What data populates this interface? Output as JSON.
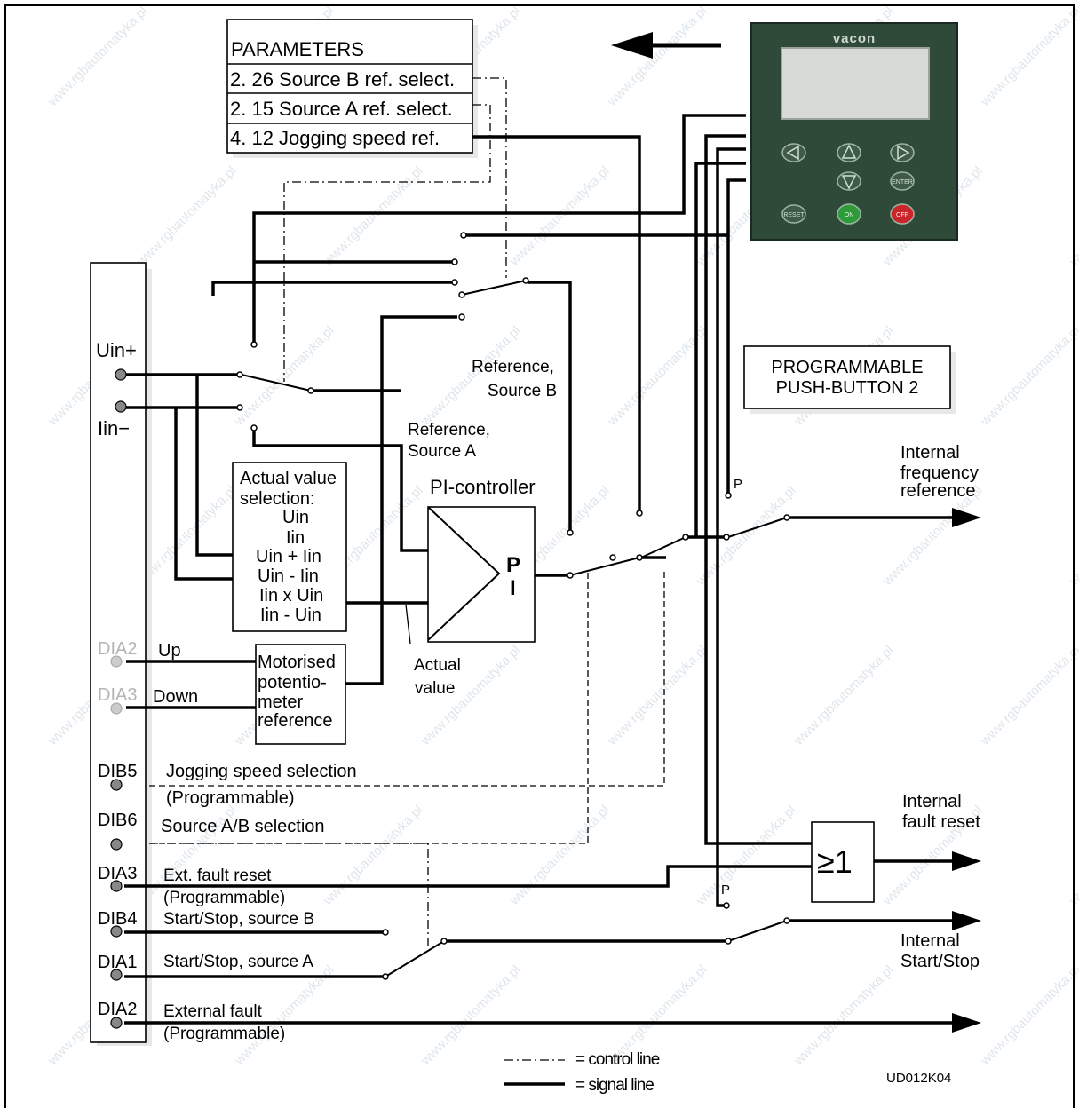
{
  "parameters": {
    "title": "PARAMETERS",
    "items": [
      "2. 26 Source B ref. select.",
      "2. 15 Source A ref. select.",
      "4. 12 Jogging speed ref."
    ]
  },
  "keypad": {
    "brand": "vacon",
    "keys": [
      "RESET",
      "ENTER",
      "ON",
      "OFF"
    ]
  },
  "terminals": {
    "uin_plus": "Uin+",
    "iin_minus": "Iin−",
    "dia2_up": "DIA2",
    "dia3_down": "DIA3",
    "dib5": "DIB5",
    "dib6": "DIB6",
    "dia3": "DIA3",
    "dib4": "DIB4",
    "dia1": "DIA1",
    "dia2": "DIA2"
  },
  "signals": {
    "up": "Up",
    "down": "Down",
    "jogging_1": "Jogging speed selection",
    "jogging_2": "(Programmable)",
    "source_ab": "Source A/B selection",
    "ext_reset_1": "Ext. fault reset",
    "ext_reset_2": "(Programmable)",
    "start_b": "Start/Stop, source B",
    "start_a": "Start/Stop, source A",
    "ext_fault_1": "External fault",
    "ext_fault_2": "(Programmable)"
  },
  "blocks": {
    "actual_selection": [
      "Actual value",
      "selection:",
      "Uin",
      "Iin",
      "Uin + Iin",
      "Uin - Iin",
      "Iin x Uin",
      "Iin - Uin"
    ],
    "motorised": [
      "Motorised",
      "potentio-",
      "meter",
      "reference"
    ],
    "pi_title": "PI-controller",
    "pi_p": "P",
    "pi_i": "I",
    "gate": "≥1",
    "programmable_pb": [
      "PROGRAMMABLE",
      "PUSH-BUTTON 2"
    ]
  },
  "labels": {
    "ref_b_1": "Reference,",
    "ref_b_2": "Source B",
    "ref_a_1": "Reference,",
    "ref_a_2": "Source A",
    "actual_1": "Actual",
    "actual_2": "value",
    "p_top": "P",
    "p_bottom": "P"
  },
  "outputs": {
    "freq_1": "Internal",
    "freq_2": "frequency",
    "freq_3": "reference",
    "reset_1": "Internal",
    "reset_2": "fault reset",
    "start_1": "Internal",
    "start_2": "Start/Stop"
  },
  "legend": {
    "control": "= control line",
    "signal": "= signal line"
  },
  "figure_id": "UD012K04",
  "watermark": "www.rgbautomatyka.pl",
  "colors": {
    "keypad_body": "#2f4a38",
    "display": "#d7dad6",
    "green_button": "#2f9a3a",
    "red_button": "#c8262a"
  }
}
